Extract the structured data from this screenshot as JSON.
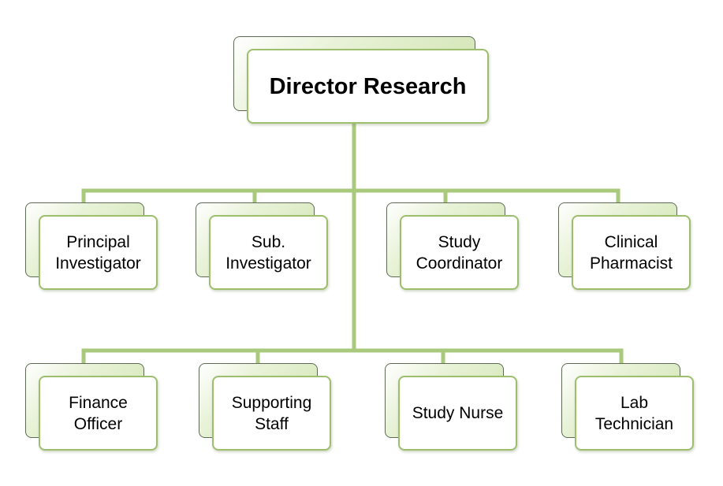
{
  "diagram": {
    "root": {
      "label": "Director Research"
    },
    "row1": [
      {
        "label": "Principal\nInvestigator"
      },
      {
        "label": "Sub.\nInvestigator"
      },
      {
        "label": "Study\nCoordinator"
      },
      {
        "label": "Clinical\nPharmacist"
      }
    ],
    "row2": [
      {
        "label": "Finance\nOfficer"
      },
      {
        "label": "Supporting\nStaff"
      },
      {
        "label": "Study Nurse"
      },
      {
        "label": "Lab\nTechnician"
      }
    ],
    "colors": {
      "connector": "#a9c97c",
      "box_border": "#9dbf6d",
      "shadow_fill": "#cfe3ae",
      "text": "#000000"
    }
  }
}
